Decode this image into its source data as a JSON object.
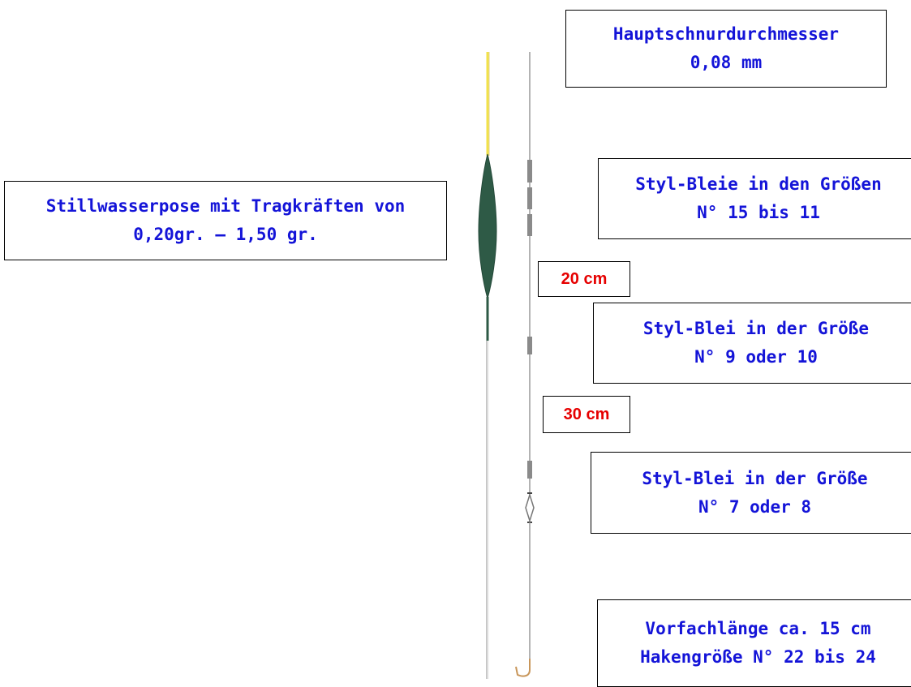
{
  "labels": {
    "main_line": {
      "line1": "Hauptschnurdurchmesser",
      "line2": "0,08 mm"
    },
    "float": {
      "line1": "Stillwasserpose mit Tragkräften von",
      "line2": "0,20gr. – 1,50 gr."
    },
    "bulk_shot": {
      "line1": "Styl-Bleie in den Größen",
      "line2": "N° 15 bis 11"
    },
    "middle_shot": {
      "line1": "Styl-Blei in der Größe",
      "line2": "N° 9 oder 10"
    },
    "lower_shot": {
      "line1": "Styl-Blei in der Größe",
      "line2": "N° 7 oder 8"
    },
    "hooklength": {
      "line1": "Vorfachlänge ca. 15 cm",
      "line2": "Hakengröße N° 22 bis 24"
    }
  },
  "distances": {
    "upper": "20 cm",
    "lower": "30 cm"
  },
  "colors": {
    "label_text": "#1414d8",
    "distance_text": "#e60000",
    "float_body": "#2e5a46",
    "float_tip": "#f2e24a",
    "line": "#9a9a9a",
    "shot": "#8a8a8a",
    "hook": "#c8965a"
  }
}
